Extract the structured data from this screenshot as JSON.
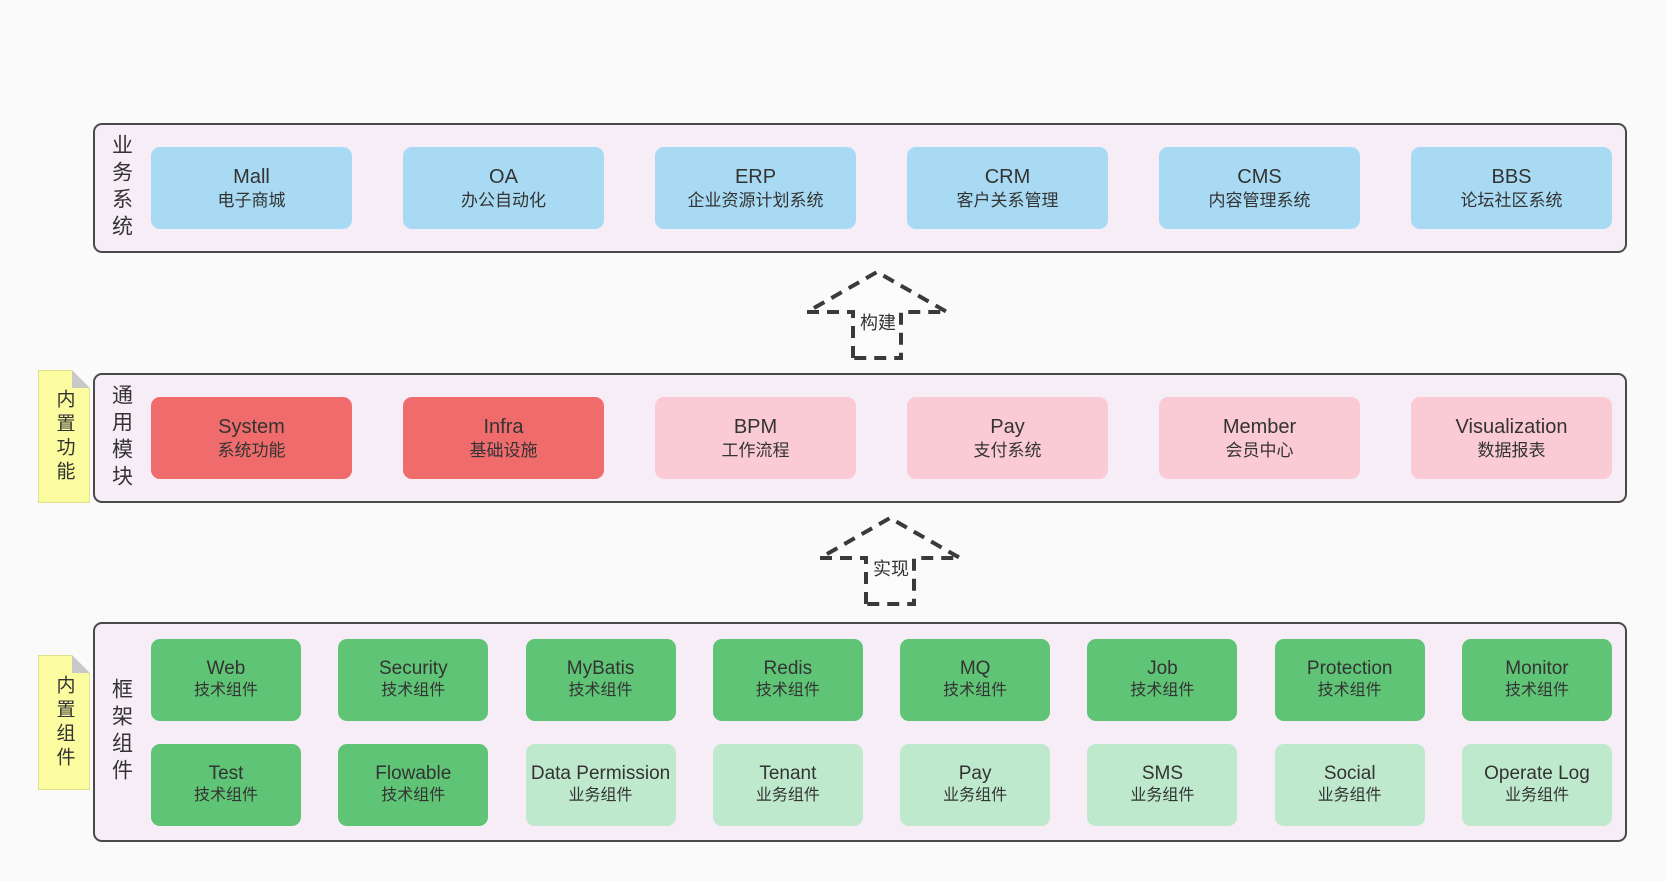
{
  "layers": {
    "business": {
      "label": "业务系统",
      "boxes": [
        {
          "name": "Mall",
          "desc": "电子商城"
        },
        {
          "name": "OA",
          "desc": "办公自动化"
        },
        {
          "name": "ERP",
          "desc": "企业资源计划系统"
        },
        {
          "name": "CRM",
          "desc": "客户关系管理"
        },
        {
          "name": "CMS",
          "desc": "内容管理系统"
        },
        {
          "name": "BBS",
          "desc": "论坛社区系统"
        }
      ]
    },
    "modules": {
      "label": "通用模块",
      "sticky": "内置功能",
      "boxes": [
        {
          "name": "System",
          "desc": "系统功能"
        },
        {
          "name": "Infra",
          "desc": "基础设施"
        },
        {
          "name": "BPM",
          "desc": "工作流程"
        },
        {
          "name": "Pay",
          "desc": "支付系统"
        },
        {
          "name": "Member",
          "desc": "会员中心"
        },
        {
          "name": "Visualization",
          "desc": "数据报表"
        }
      ]
    },
    "components": {
      "label": "框架组件",
      "sticky": "内置组件",
      "row1": [
        {
          "name": "Web",
          "desc": "技术组件"
        },
        {
          "name": "Security",
          "desc": "技术组件"
        },
        {
          "name": "MyBatis",
          "desc": "技术组件"
        },
        {
          "name": "Redis",
          "desc": "技术组件"
        },
        {
          "name": "MQ",
          "desc": "技术组件"
        },
        {
          "name": "Job",
          "desc": "技术组件"
        },
        {
          "name": "Protection",
          "desc": "技术组件"
        },
        {
          "name": "Monitor",
          "desc": "技术组件"
        }
      ],
      "row2": [
        {
          "name": "Test",
          "desc": "技术组件"
        },
        {
          "name": "Flowable",
          "desc": "技术组件"
        },
        {
          "name": "Data Permission",
          "desc": "业务组件"
        },
        {
          "name": "Tenant",
          "desc": "业务组件"
        },
        {
          "name": "Pay",
          "desc": "业务组件"
        },
        {
          "name": "SMS",
          "desc": "业务组件"
        },
        {
          "name": "Social",
          "desc": "业务组件"
        },
        {
          "name": "Operate Log",
          "desc": "业务组件"
        }
      ]
    }
  },
  "arrows": {
    "build": "构建",
    "implement": "实现"
  },
  "colors": {
    "page_bg": "#fafafa",
    "band_bg": "#f7edf6",
    "band_border": "#4a4a4a",
    "box_blue": "#a9daf3",
    "box_red": "#f06c6c",
    "box_pink": "#facad5",
    "box_green": "#5fc475",
    "box_green_light": "#bee9cc",
    "sticky_yellow": "#fbfb9f",
    "fold_gray": "#c9c9c9",
    "text": "#333333"
  }
}
